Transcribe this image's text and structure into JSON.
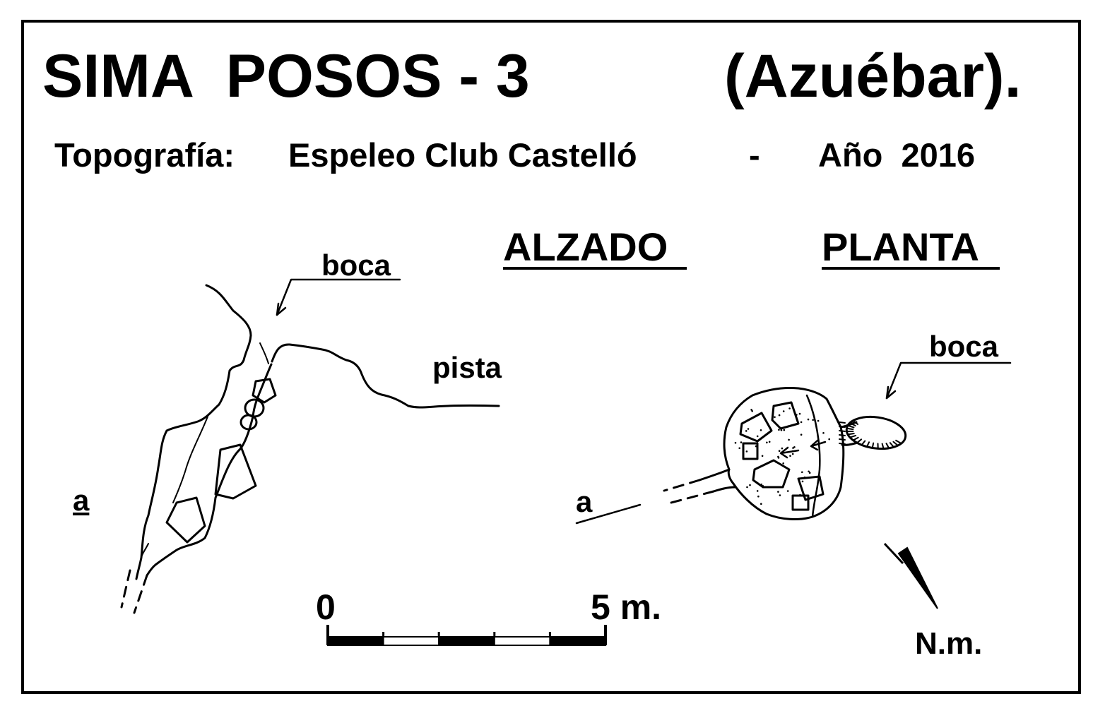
{
  "header": {
    "title_main": "SIMA  POSOS - 3",
    "title_place": "(Azuébar).",
    "credit_label": "Topografía:",
    "credit_author": "Espeleo Club Castelló",
    "credit_dash": "-",
    "credit_year": "Año  2016"
  },
  "sections": {
    "alzado": "ALZADO",
    "planta": "PLANTA"
  },
  "alzado": {
    "boca_label": "boca",
    "pista_label": "pista",
    "a_label": "a"
  },
  "planta": {
    "boca_label": "boca",
    "a_label": "a"
  },
  "scale": {
    "start_label": "0",
    "end_label": "5 m.",
    "length_m": 5,
    "segments": 5
  },
  "north": {
    "label": "N.m."
  },
  "colors": {
    "ink": "#000000",
    "paper": "#ffffff"
  }
}
